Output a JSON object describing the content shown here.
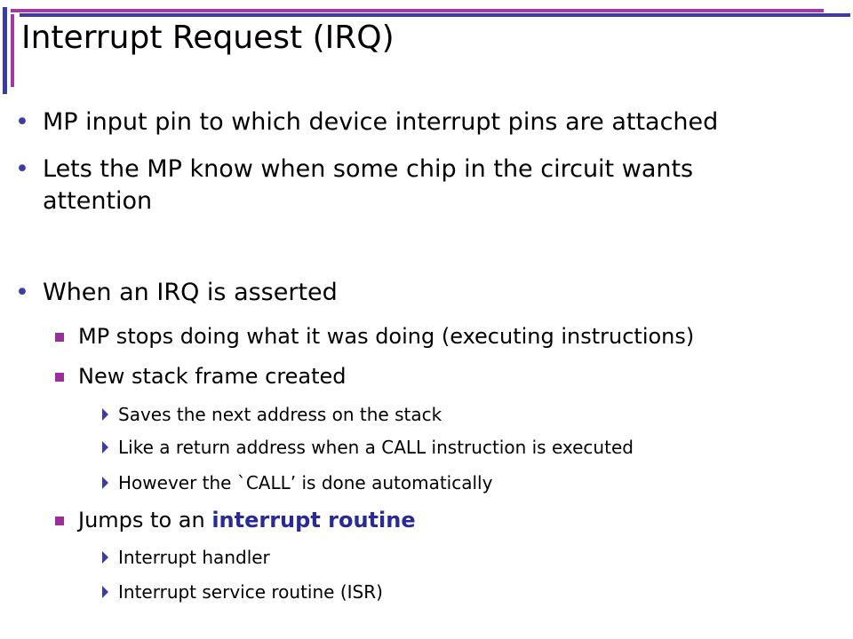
{
  "slide": {
    "title": "Interrupt Request (IRQ)",
    "bullets": {
      "b1": "MP input pin to which device interrupt pins are attached",
      "b2_line1": "Lets the MP know when some chip in the circuit wants",
      "b2_line2": "attention",
      "b3": "When an IRQ is asserted",
      "s1": "MP stops doing what it was doing (executing instructions)",
      "s2": "New stack frame created",
      "t1": "Saves the next address on the stack",
      "t2": "Like a return address when a CALL instruction is executed",
      "t3": "However the `CALL’ is done automatically",
      "s3_prefix": "Jumps to an ",
      "s3_emphasis": "interrupt routine",
      "t4": "Interrupt handler",
      "t5": "Interrupt service routine (ISR)"
    }
  },
  "colors": {
    "accent_blue": "#3c3ca8",
    "accent_purple": "#a23aa2",
    "emphasis": "#2a2a96"
  },
  "icons": {
    "level1": "dot-bullet",
    "level2": "square-bullet",
    "level3": "triangle-arrow-bullet"
  }
}
